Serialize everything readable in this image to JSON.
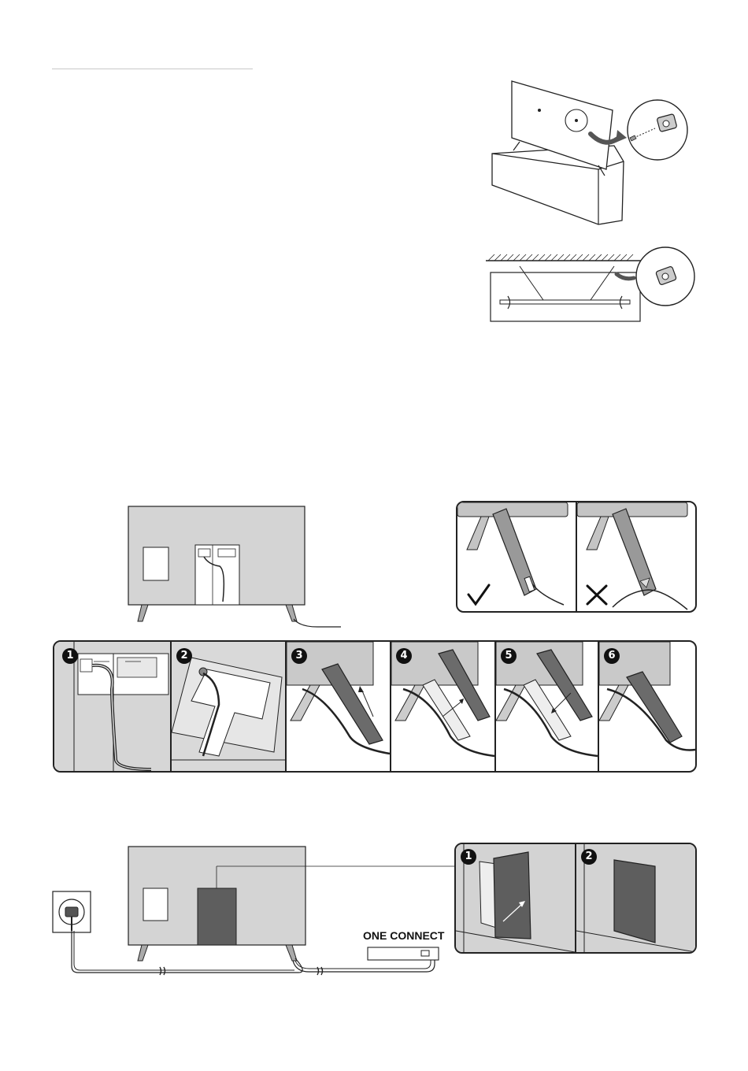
{
  "page": {
    "header_rule": true
  },
  "figures": {
    "wall_anchor_stand": {
      "icon": "tv-on-stand-anchor-illustration"
    },
    "wall_anchor_wall": {
      "icon": "tv-wall-anchor-illustration"
    },
    "stand_cable": {
      "icon": "tv-back-stand-cable-illustration"
    },
    "check_cross": {
      "correct_icon": "check-icon",
      "wrong_icon": "cross-icon"
    },
    "cable_steps": {
      "steps": [
        {
          "number": "1"
        },
        {
          "number": "2"
        },
        {
          "number": "3"
        },
        {
          "number": "4"
        },
        {
          "number": "5"
        },
        {
          "number": "6"
        }
      ]
    },
    "one_connect": {
      "label": "ONE CONNECT",
      "steps": [
        {
          "number": "1"
        },
        {
          "number": "2"
        }
      ]
    }
  },
  "colors": {
    "line": "#222222",
    "panel_gray": "#c9c9c9",
    "dark_gray": "#6b6b6b",
    "cover_gray": "#5e5e5e"
  }
}
